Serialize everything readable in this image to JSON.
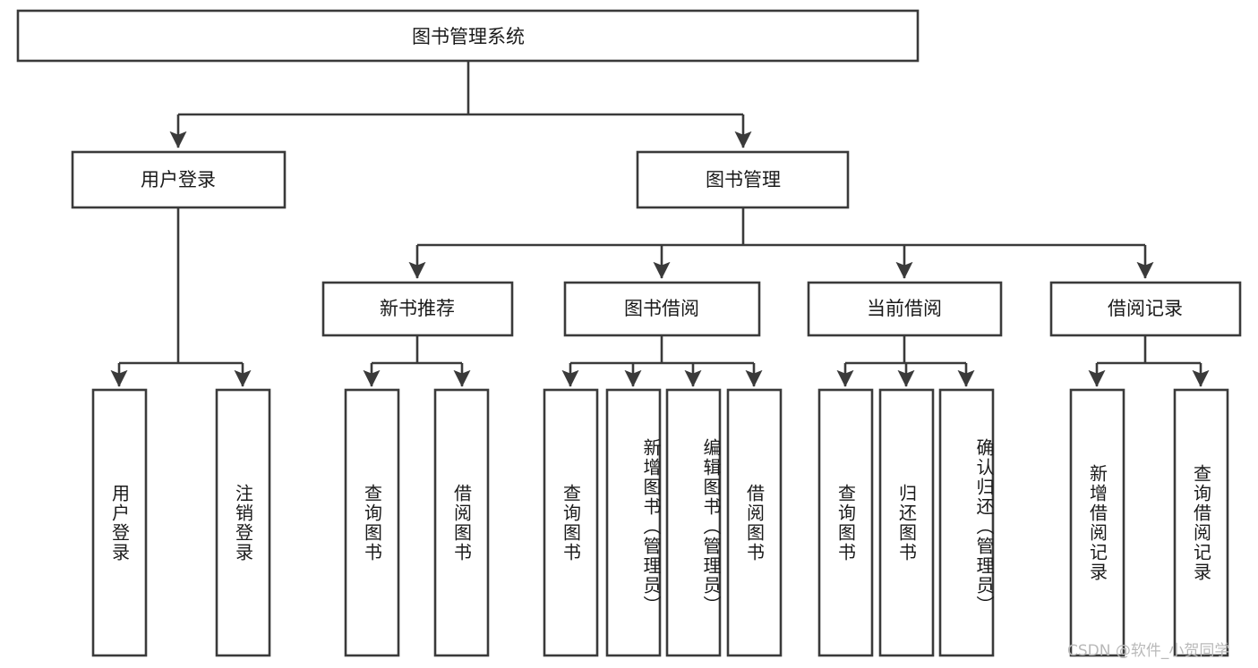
{
  "diagram": {
    "title": "图书管理系统",
    "type": "tree-hierarchy-diagram",
    "root": {
      "id": "root",
      "label": "图书管理系统"
    },
    "level2": [
      {
        "id": "user-login",
        "label": "用户登录"
      },
      {
        "id": "book-management",
        "label": "图书管理"
      }
    ],
    "level3": [
      {
        "id": "new-book-recommend",
        "label": "新书推荐",
        "parent": "book-management"
      },
      {
        "id": "book-borrow",
        "label": "图书借阅",
        "parent": "book-management"
      },
      {
        "id": "current-borrow",
        "label": "当前借阅",
        "parent": "book-management"
      },
      {
        "id": "borrow-record",
        "label": "借阅记录",
        "parent": "book-management"
      }
    ],
    "leaves": [
      {
        "id": "leaf-user-login",
        "label": "用户登录",
        "parent": "user-login"
      },
      {
        "id": "leaf-logout-login",
        "label": "注销登录",
        "parent": "user-login"
      },
      {
        "id": "leaf-query-book-1",
        "label": "查询图书",
        "parent": "new-book-recommend"
      },
      {
        "id": "leaf-borrow-book-1",
        "label": "借阅图书",
        "parent": "new-book-recommend"
      },
      {
        "id": "leaf-query-book-2",
        "label": "查询图书",
        "parent": "book-borrow"
      },
      {
        "id": "leaf-add-book",
        "label": "新增图书（管理员）",
        "parent": "book-borrow"
      },
      {
        "id": "leaf-edit-book",
        "label": "编辑图书（管理员）",
        "parent": "book-borrow"
      },
      {
        "id": "leaf-borrow-book-2",
        "label": "借阅图书",
        "parent": "book-borrow"
      },
      {
        "id": "leaf-query-book-3",
        "label": "查询图书",
        "parent": "current-borrow"
      },
      {
        "id": "leaf-return-book",
        "label": "归还图书",
        "parent": "current-borrow"
      },
      {
        "id": "leaf-confirm-return",
        "label": "确认归还（管理员）",
        "parent": "current-borrow"
      },
      {
        "id": "leaf-add-borrow-record",
        "label": "新增借阅记录",
        "parent": "borrow-record"
      },
      {
        "id": "leaf-query-borrow-record",
        "label": "查询借阅记录",
        "parent": "borrow-record"
      }
    ],
    "colors": {
      "stroke": "#3a3a3a",
      "fill": "#ffffff",
      "text": "#1a1a1a",
      "watermark": "#b9b9b9"
    }
  },
  "watermark": {
    "text": "CSDN @软件_小贺同学"
  }
}
